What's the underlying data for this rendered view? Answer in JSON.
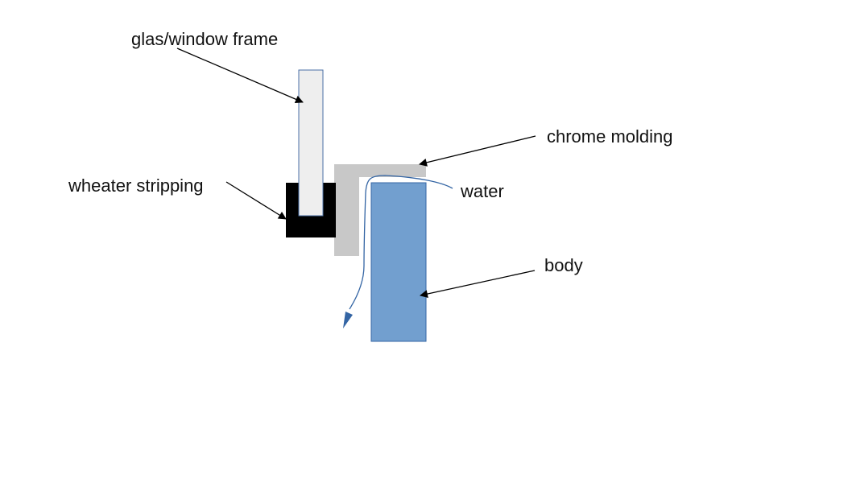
{
  "labels": {
    "glass_frame": "glas/window frame",
    "chrome_molding": "chrome molding",
    "weather_stripping": "wheater stripping",
    "water": "water",
    "body": "body"
  },
  "colors": {
    "glass_fill": "#eeeeee",
    "glass_stroke": "#4a6fa5",
    "weather_stripping": "#000000",
    "chrome_molding": "#c8c8c8",
    "body_fill": "#729fcf",
    "body_stroke": "#3465a4",
    "water_line": "#3465a4",
    "pointer": "#000000"
  }
}
